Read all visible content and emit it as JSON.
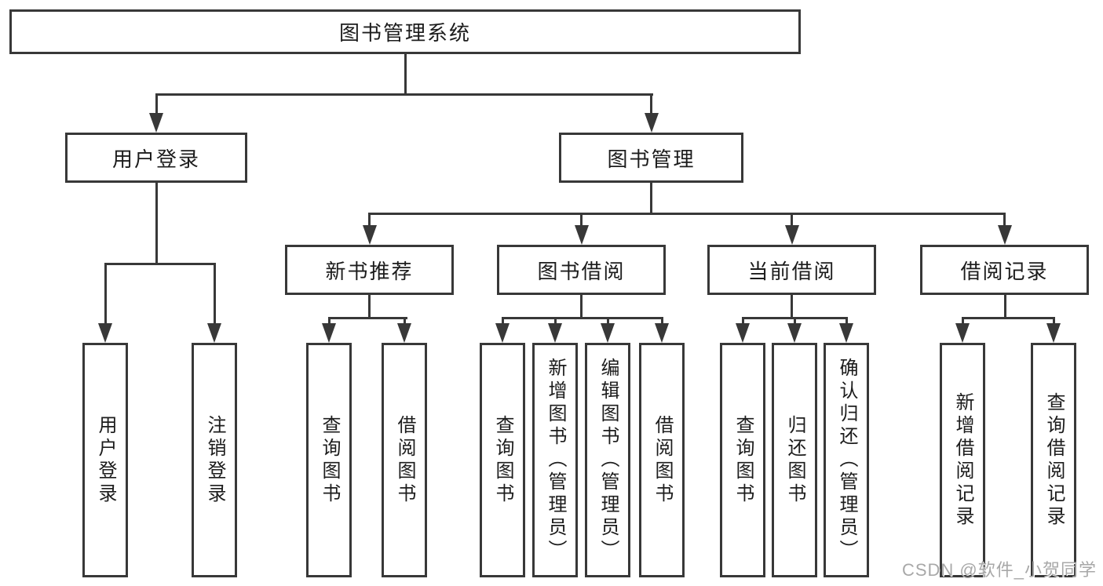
{
  "diagram": {
    "root": {
      "label": "图书管理系统"
    },
    "branches": [
      {
        "label": "用户登录",
        "leaves": [
          {
            "label": "用户登录"
          },
          {
            "label": "注销登录"
          }
        ]
      },
      {
        "label": "图书管理",
        "groups": [
          {
            "label": "新书推荐",
            "leaves": [
              {
                "label": "查询图书"
              },
              {
                "label": "借阅图书"
              }
            ]
          },
          {
            "label": "图书借阅",
            "leaves": [
              {
                "label": "查询图书"
              },
              {
                "label": "新增图书（管理员）"
              },
              {
                "label": "编辑图书（管理员）"
              },
              {
                "label": "借阅图书"
              }
            ]
          },
          {
            "label": "当前借阅",
            "leaves": [
              {
                "label": "查询图书"
              },
              {
                "label": "归还图书"
              },
              {
                "label": "确认归还（管理员）"
              }
            ]
          },
          {
            "label": "借阅记录",
            "leaves": [
              {
                "label": "新增借阅记录"
              },
              {
                "label": "查询借阅记录"
              }
            ]
          }
        ]
      }
    ]
  },
  "watermark": {
    "text": "CSDN @软件_小贺同学"
  },
  "colors": {
    "line": "#383838",
    "text": "#1c1c1c",
    "background": "#ffffff",
    "watermark": "#a8a8a8"
  }
}
